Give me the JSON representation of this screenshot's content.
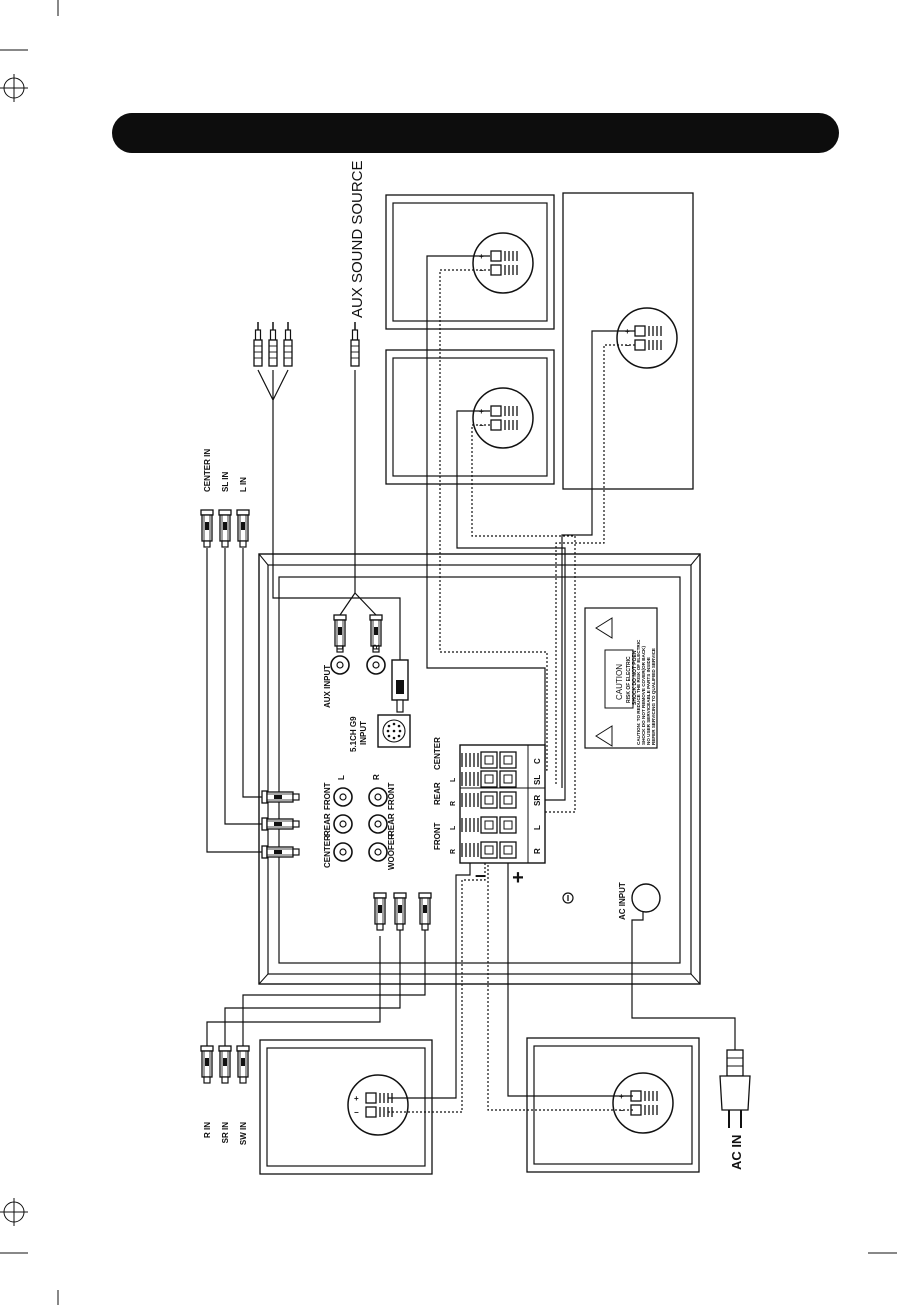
{
  "header": {
    "title": ""
  },
  "labels": {
    "aux_sound_source": "AUX SOUND SOURCE",
    "center_in": "CENTER IN",
    "sl_in": "SL IN",
    "l_in": "L IN",
    "r_in": "R IN",
    "sr_in": "SR IN",
    "sw_in": "SW IN",
    "ac_in": "AC IN",
    "aux_input": "AUX INPUT",
    "aux_l": "L",
    "aux_r": "R",
    "input_51ch": "5.1CH G9",
    "input_word": "INPUT",
    "jack_center": "CENTER",
    "jack_rear_top": "REAR",
    "jack_front_top": "FRONT",
    "jack_l": "L",
    "jack_r": "R",
    "jack_woofer": "WOOFER",
    "jack_rear_bottom": "REAR",
    "jack_front_bottom": "FRONT",
    "term_center": "CENTER",
    "term_rear": "REAR",
    "term_front": "FRONT",
    "term_l_top": "L",
    "term_r_top": "R",
    "term_l_front": "L",
    "term_r_front": "R",
    "term_c": "C",
    "term_sl": "SL",
    "term_sr": "SR",
    "term_l_bottom": "L",
    "term_r_bottom": "R",
    "minus": "−",
    "plus": "+",
    "ac_input": "AC INPUT",
    "caution_title": "CAUTION",
    "caution_line1": "RISK OF ELECTRIC",
    "caution_line2": "SHOCK DO NOT POEN",
    "caution_text1": "CAUTION: TO REDUCE THE RISK OF ELECTRIC",
    "caution_text2": "SHOCK DO NOT REMOVE COVER(OR BACK)",
    "caution_text3": "NO USER SERVICEABLE PARTS INSIDE",
    "caution_text4": "REFER SERVICING TO QUALIFIED SERVICE",
    "plus_sign": "+",
    "minus_sign": "−"
  },
  "colors": {
    "ink": "#111111",
    "header_bar": "#0d0d0d"
  }
}
